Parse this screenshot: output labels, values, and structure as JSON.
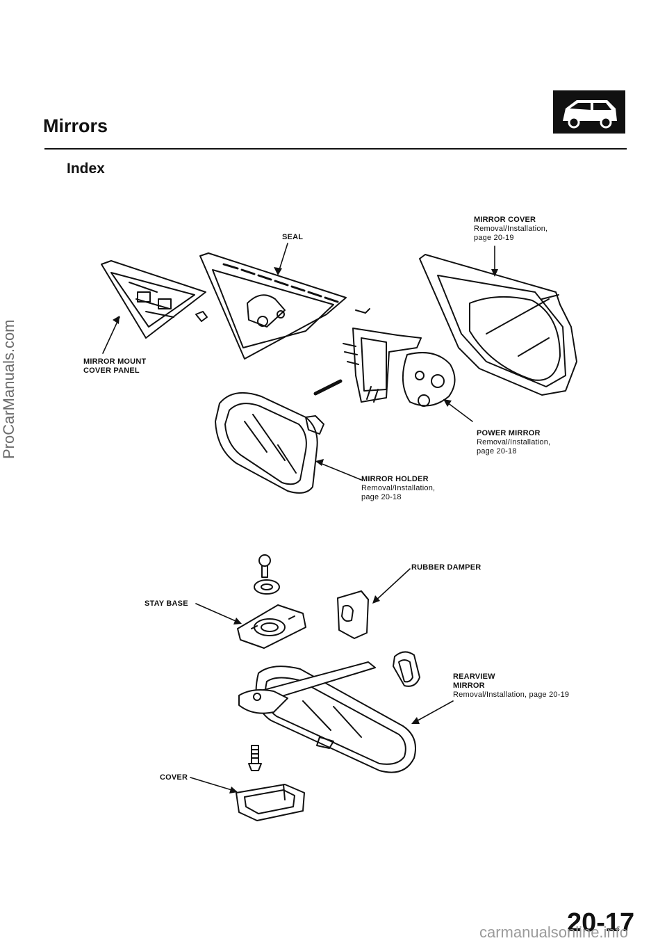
{
  "header": {
    "title": "Mirrors",
    "subtitle": "Index",
    "section_icon": "car-icon"
  },
  "watermark": {
    "side": "ProCarManuals.com",
    "footer": "carmanualsonline.info"
  },
  "labels": {
    "mirror_cover": {
      "name": "MIRROR COVER",
      "ref1": "Removal/Installation,",
      "ref2": "page 20-19"
    },
    "seal": {
      "name": "SEAL"
    },
    "mirror_mount": {
      "line1": "MIRROR MOUNT",
      "line2": "COVER PANEL"
    },
    "power_mirror": {
      "name": "POWER MIRROR",
      "ref1": "Removal/Installation,",
      "ref2": "page 20-18"
    },
    "mirror_holder": {
      "name": "MIRROR HOLDER",
      "ref1": "Removal/Installation,",
      "ref2": "page 20-18"
    },
    "rubber_damper": {
      "name": "RUBBER DAMPER"
    },
    "stay_base": {
      "name": "STAY BASE"
    },
    "rearview_mirror": {
      "line1": "REARVIEW",
      "line2": "MIRROR",
      "ref": "Removal/Installation, page 20-19"
    },
    "cover": {
      "name": "COVER"
    }
  },
  "page_number": "20-17"
}
